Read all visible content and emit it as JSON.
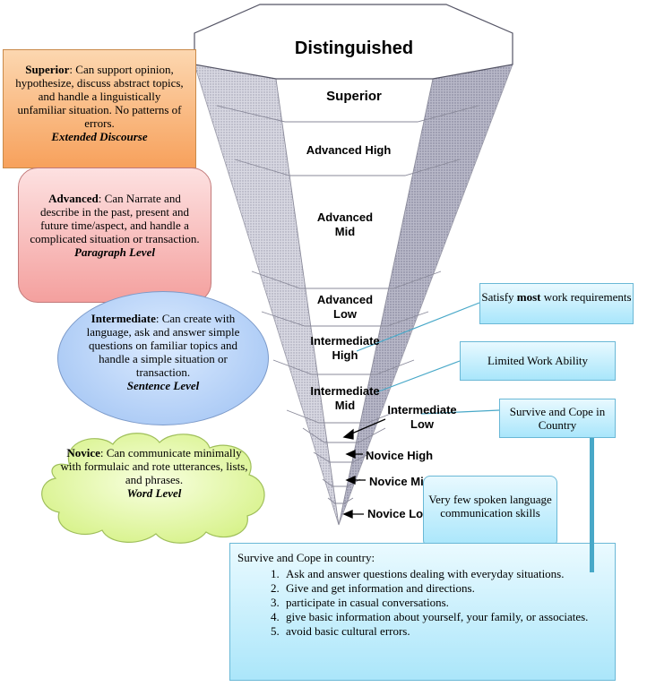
{
  "levels": {
    "distinguished": "Distinguished",
    "superior": "Superior",
    "advanced_high": "Advanced High",
    "advanced_mid_1": "Advanced",
    "advanced_mid_2": "Mid",
    "advanced_low_1": "Advanced",
    "advanced_low_2": "Low",
    "intermediate_high_1": "Intermediate",
    "intermediate_high_2": "High",
    "intermediate_mid_1": "Intermediate",
    "intermediate_mid_2": "Mid",
    "intermediate_low_1": "Intermediate",
    "intermediate_low_2": "Low",
    "novice_high": "Novice High",
    "novice_mid": "Novice Mid",
    "novice_low": "Novice Low"
  },
  "descriptions": {
    "superior": {
      "name": "Superior",
      "text": ": Can support opinion, hypothesize, discuss abstract topics, and handle a linguistically unfamiliar situation. No patterns of errors.",
      "level": "Extended Discourse"
    },
    "advanced": {
      "name": "Advanced",
      "text": ": Can Narrate and describe in the past, present and future time/aspect, and handle a complicated situation or transaction.",
      "level": "Paragraph Level"
    },
    "intermediate": {
      "name": "Intermediate",
      "text": ": Can create with language, ask and answer simple questions on familiar topics and handle a simple situation or transaction.",
      "level": "Sentence Level"
    },
    "novice": {
      "name": "Novice",
      "text": ": Can communicate minimally with formulaic and rote utterances, lists, and phrases.",
      "level": "Word Level"
    }
  },
  "callouts": {
    "superior_note_pre": "Satisfy ",
    "superior_note_bold": "most",
    "superior_note_post": " work requirements",
    "advanced_note": "Limited Work Ability",
    "intermediate_note": "Survive and Cope in Country",
    "novice_note": "Very few spoken language communication skills"
  },
  "survive_box": {
    "title": "Survive and Cope in country:",
    "items": [
      "Ask and answer questions dealing with everyday situations.",
      "Give and get information and directions.",
      "participate in casual conversations.",
      "give basic information about yourself, your family, or associates.",
      "avoid basic cultural errors."
    ]
  },
  "colors": {
    "superior_box": "#f7a15c",
    "advanced_box": "#f4a09e",
    "intermediate_box": "#9cc0f2",
    "novice_box": "#e6f8a6",
    "callout": "#a9e6fb",
    "connector": "#48a8c8"
  }
}
